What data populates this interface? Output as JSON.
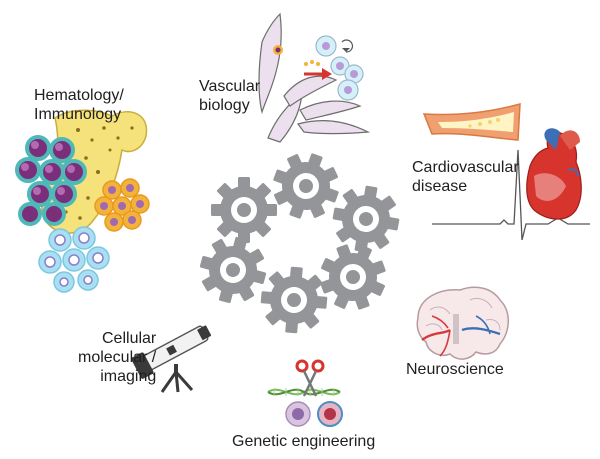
{
  "labels": {
    "hematology": [
      "Hematology/",
      "Immunology"
    ],
    "vascular": [
      "Vascular",
      "biology"
    ],
    "cardiovascular": [
      "Cardiovascular",
      "disease"
    ],
    "neuroscience": "Neuroscience",
    "cellular": [
      "Cellular",
      "molecular /",
      "imaging"
    ],
    "genetic": "Genetic engineering"
  },
  "icons": {
    "center": "gears-icon",
    "hematology": "bone-marrow-cells-icon",
    "vascular": "endothelial-cells-icon",
    "cardiovascular": "heart-artery-ecg-icon",
    "neuroscience": "brain-section-icon",
    "cellular": "telescope-icon",
    "genetic": "scissors-dna-icon"
  },
  "colors": {
    "gear": "#939598",
    "bone": "#f6e27a",
    "purple_cell": "#7b2f7a",
    "teal_ring": "#4fb8b8",
    "orange_cell": "#f3b23a",
    "blue_cell": "#a9dff3",
    "heart_red": "#d6342c",
    "brain_red": "#d9383a",
    "brain_blue": "#3d6fb6"
  }
}
